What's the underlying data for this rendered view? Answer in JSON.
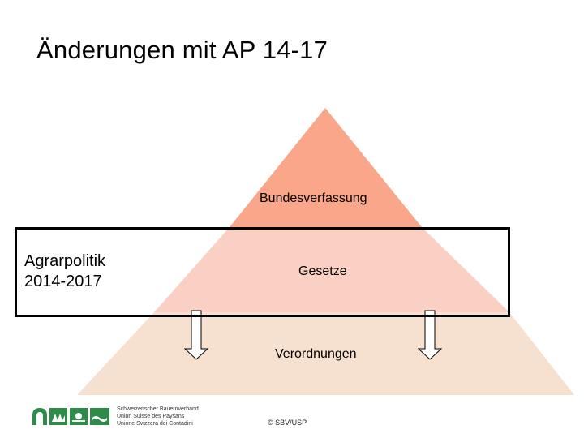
{
  "title": "Änderungen mit AP 14-17",
  "pyramid": {
    "layers": {
      "top": "Bundesverfassung",
      "middle": "Gesetze",
      "bottom": "Verordnungen"
    },
    "colors": {
      "top": "#f9a68a",
      "middle": "#fbd0c4",
      "bottom": "#f6e0cf"
    }
  },
  "focus": {
    "line1": "Agrarpolitik",
    "line2": "2014-2017"
  },
  "footer": {
    "org_lines": [
      "Schweizerischer Bauernverband",
      "Union Suisse des Paysans",
      "Unione Svizzera dei Contadini"
    ],
    "copyright": "© SBV/USP",
    "logo_color": "#2e8b4a"
  }
}
